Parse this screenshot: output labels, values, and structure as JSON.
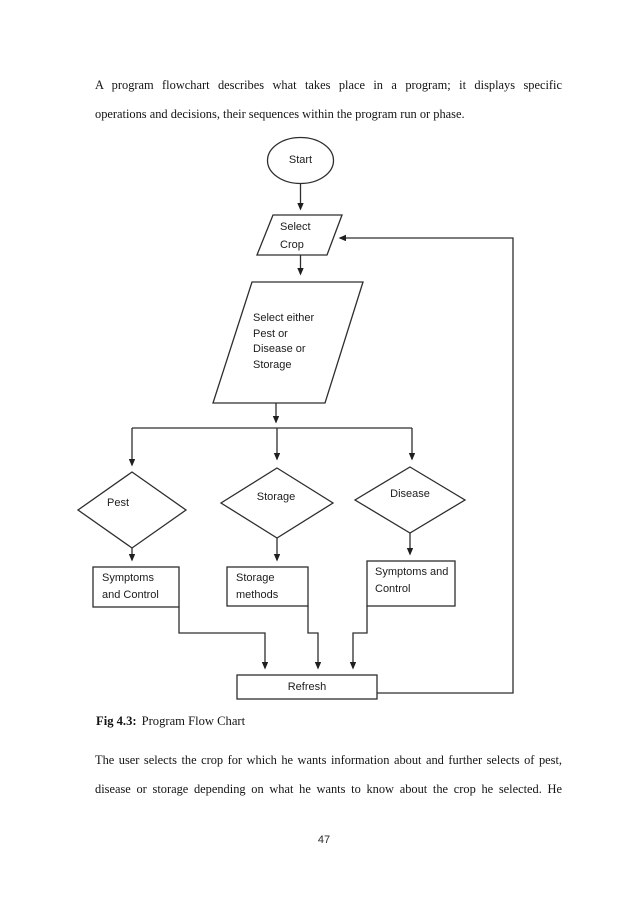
{
  "document": {
    "intro_paragraph": {
      "lines": [
        "A program flowchart describes what takes place in a program; it displays specific",
        "operations and decisions, their sequences within the program run or phase."
      ]
    },
    "caption": {
      "label": "Fig 4.3:",
      "text": "Program Flow Chart"
    },
    "closing_paragraph": {
      "lines": [
        "The user selects the crop for which he wants information about and further selects of pest,",
        "disease or storage depending on what he wants to know about the crop he selected. He"
      ]
    },
    "footer": {
      "page_number": "47"
    }
  },
  "flowchart": {
    "title": "Program Flow Chart",
    "line_color": "#2e2e2e",
    "nodes": {
      "start": {
        "shape": "ellipse",
        "label": "Start"
      },
      "select_crop": {
        "shape": "parallelogram",
        "label": "Select\nCrop"
      },
      "select_either": {
        "shape": "parallelogram",
        "label": "Select either\nPest or\nDisease or\nStorage"
      },
      "pest": {
        "shape": "diamond",
        "label": "Pest"
      },
      "storage": {
        "shape": "diamond",
        "label": "Storage"
      },
      "disease": {
        "shape": "diamond",
        "label": "Disease"
      },
      "symptoms_control_left": {
        "shape": "rect",
        "label": "Symptoms\nand Control"
      },
      "storage_methods": {
        "shape": "rect",
        "label": "Storage\nmethods"
      },
      "symptoms_control_right": {
        "shape": "rect",
        "label": "Symptoms and\nControl"
      },
      "refresh": {
        "shape": "rect",
        "label": "Refresh"
      }
    }
  }
}
